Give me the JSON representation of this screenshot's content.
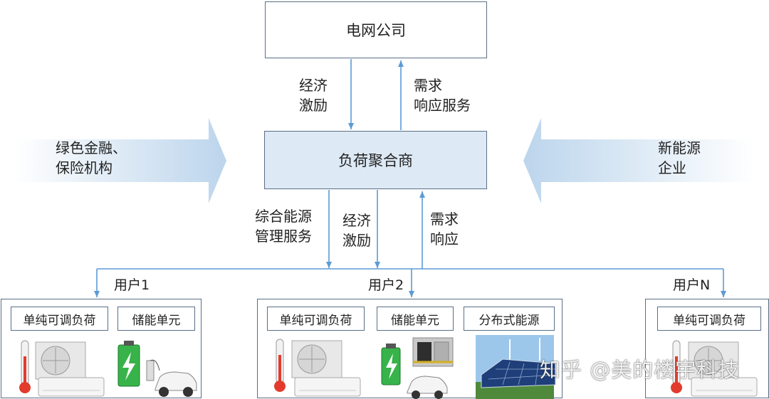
{
  "nodes": {
    "grid_company": "电网公司",
    "aggregator": "负荷聚合商",
    "green_finance": [
      "绿色金融、",
      "保险机构"
    ],
    "new_energy": [
      "新能源",
      "企业"
    ]
  },
  "edges": {
    "economic_incentive_top": [
      "经济",
      "激励"
    ],
    "demand_response_service": [
      "需求",
      "响应服务"
    ],
    "energy_mgmt_service": [
      "综合能源",
      "管理服务"
    ],
    "economic_incentive_bottom": [
      "经济",
      "激励"
    ],
    "demand_response": [
      "需求",
      "响应"
    ]
  },
  "users": [
    {
      "label": "用户1",
      "items": [
        "单纯可调负荷",
        "储能单元"
      ]
    },
    {
      "label": "用户2",
      "items": [
        "单纯可调负荷",
        "储能单元",
        "分布式能源"
      ]
    },
    {
      "label": "用户N",
      "items": [
        "单纯可调负荷"
      ]
    }
  ],
  "watermark": "知乎 @美的楼宇科技",
  "colors": {
    "line": "#5b9bd5",
    "border": "#5a6f86",
    "aggregator_fill": "#dde9f4"
  }
}
